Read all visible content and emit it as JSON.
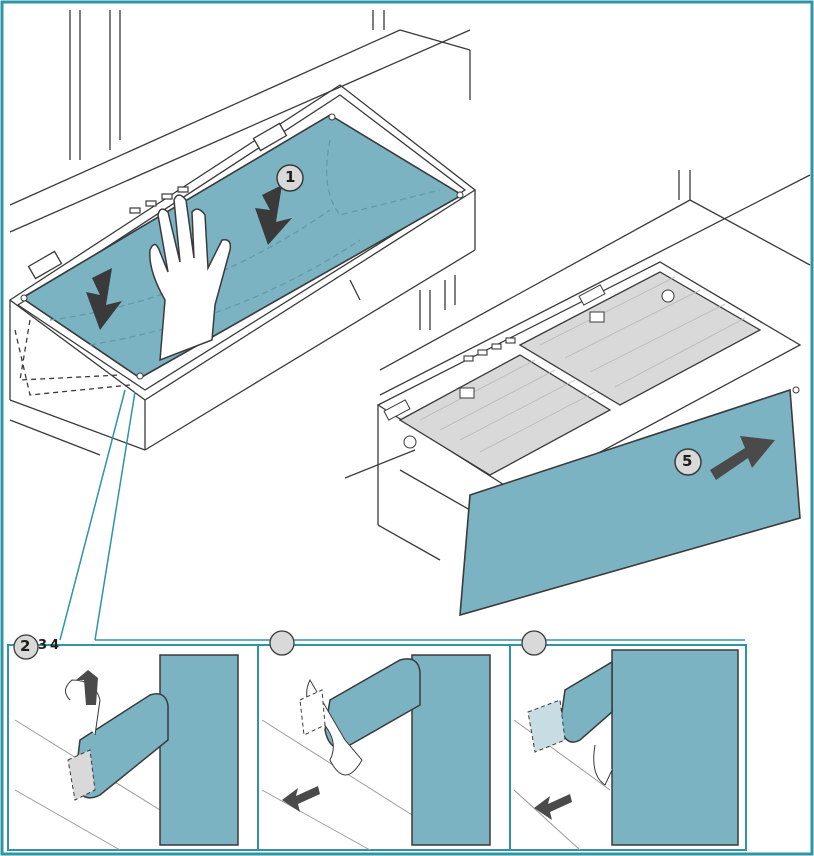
{
  "colors": {
    "panel": "#7bb3c2",
    "panel_dark": "#5f98a8",
    "frame": "#2e94a6",
    "line": "#3a3a3a",
    "light_line": "#9a9a9a",
    "filter": "#d9d9d9",
    "badge": "#d9d9d9",
    "arrow_dark": "#3a3a3a"
  },
  "steps": {
    "one": "1",
    "two": "2",
    "three": "3",
    "four": "4",
    "five": "5"
  },
  "icons": [
    "arrow-down-icon",
    "arrow-up-icon",
    "arrow-right-icon",
    "arrow-left-icon",
    "hand-icon"
  ]
}
